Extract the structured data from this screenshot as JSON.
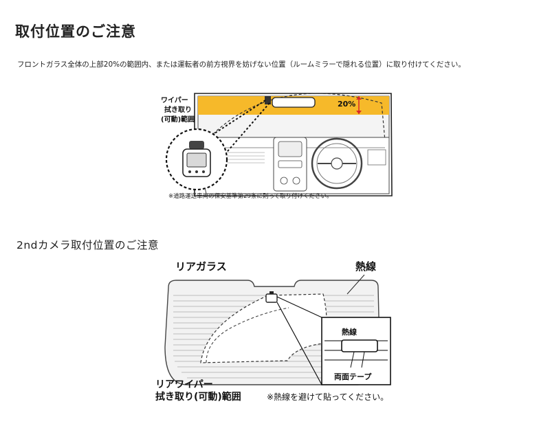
{
  "section1": {
    "title": "取付位置のご注意",
    "description": "フロントガラス全体の上部20%の範囲内、または運転者の前方視界を妨げない位置（ルームミラーで隠れる位置）に取り付けてください。",
    "figure": {
      "percent_label": "20%",
      "wiper_label_lines": [
        "ワイパー",
        "拭き取り",
        "(可動)範囲"
      ],
      "note": "※道路運送車両の保安基準第29条に則って取り付けください。"
    }
  },
  "section2": {
    "title": "2ndカメラ取付位置のご注意",
    "figure": {
      "rear_glass_label": "リアガラス",
      "heat_wire_label": "熱線",
      "inset_heat_wire_label": "熱線",
      "tape_label": "両面テープ",
      "rear_wiper_label_lines": [
        "リアワイパー",
        "拭き取り(可動)範囲"
      ],
      "note": "※熱線を避けて貼ってください。"
    }
  },
  "colors": {
    "highlight": "#F6B92A",
    "accent_red": "#D8282A"
  }
}
